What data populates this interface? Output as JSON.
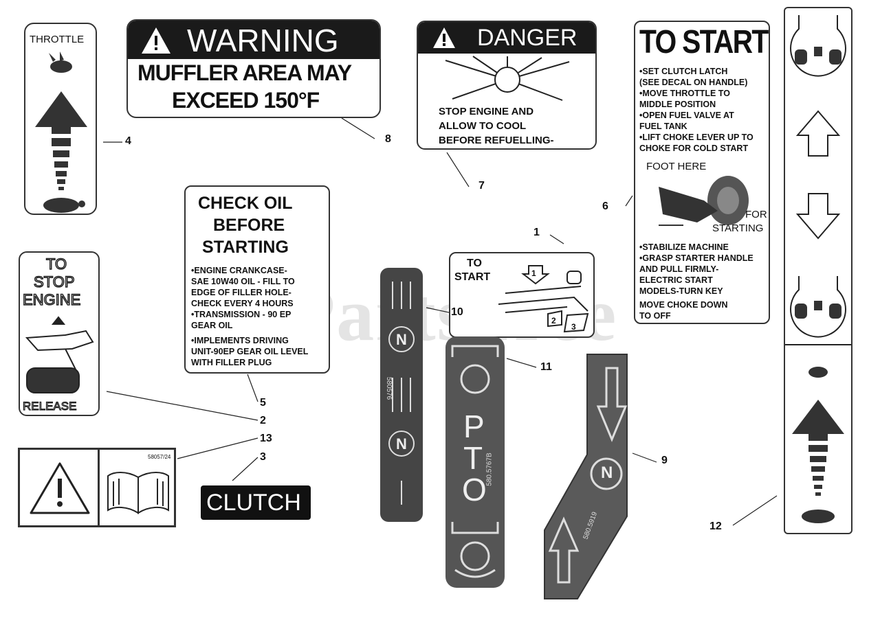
{
  "watermark": "PartsTree",
  "decals": {
    "throttle": {
      "label": "THROTTLE",
      "callout": "4"
    },
    "warning": {
      "header": "WARNING",
      "line1": "MUFFLER AREA MAY",
      "line2": "EXCEED 150°F",
      "callout": "8"
    },
    "danger": {
      "header": "DANGER",
      "line1": "STOP ENGINE AND",
      "line2": "ALLOW TO COOL",
      "line3": "BEFORE REFUELLING-",
      "callout": "7"
    },
    "to_start": {
      "title": "TO START",
      "items": [
        "•SET CLUTCH LATCH",
        "(SEE DECAL ON HANDLE)",
        "•MOVE THROTTLE TO",
        "MIDDLE POSITION",
        "•OPEN FUEL VALVE AT",
        "FUEL TANK",
        "•LIFT CHOKE LEVER UP TO",
        "CHOKE FOR COLD START"
      ],
      "foot_here": "FOOT HERE",
      "for": "FOR",
      "starting": "STARTING",
      "items2": [
        "•STABILIZE MACHINE",
        "•GRASP STARTER HANDLE",
        "AND PULL FIRMLY-",
        "ELECTRIC START",
        "MODELS-TURN KEY",
        "MOVE CHOKE DOWN",
        "TO OFF"
      ],
      "callout": "6"
    },
    "check_oil": {
      "title1": "CHECK OIL",
      "title2": "BEFORE",
      "title3": "STARTING",
      "items": [
        "•ENGINE CRANKCASE-",
        "SAE 10W40 OIL - FILL TO",
        "EDGE OF FILLER HOLE-",
        "CHECK EVERY 4 HOURS",
        "•TRANSMISSION - 90 EP",
        "GEAR OIL",
        "•IMPLEMENTS DRIVING",
        "UNIT-90EP GEAR OIL LEVEL",
        "WITH FILLER PLUG"
      ],
      "callout": "5"
    },
    "stop_engine": {
      "line1": "TO",
      "line2": "STOP",
      "line3": "ENGINE",
      "release": "RELEASE",
      "callout": "2"
    },
    "start_decal": {
      "line1": "TO",
      "line2": "START",
      "n1": "1",
      "n2": "2",
      "n3": "3",
      "callout": "1"
    },
    "safety": {
      "code": "58057/24",
      "callout": "13"
    },
    "clutch": {
      "label": "CLUTCH",
      "callout": "3"
    },
    "neutral_strip": {
      "n": "N",
      "code": "580576",
      "callout": "10"
    },
    "pto": {
      "p": "P",
      "t": "T",
      "o": "O",
      "code": "580.5767B",
      "callout": "11"
    },
    "shift": {
      "n": "N",
      "code": "580.5919",
      "callout": "9"
    },
    "tall_strip": {
      "callout": "12"
    }
  }
}
